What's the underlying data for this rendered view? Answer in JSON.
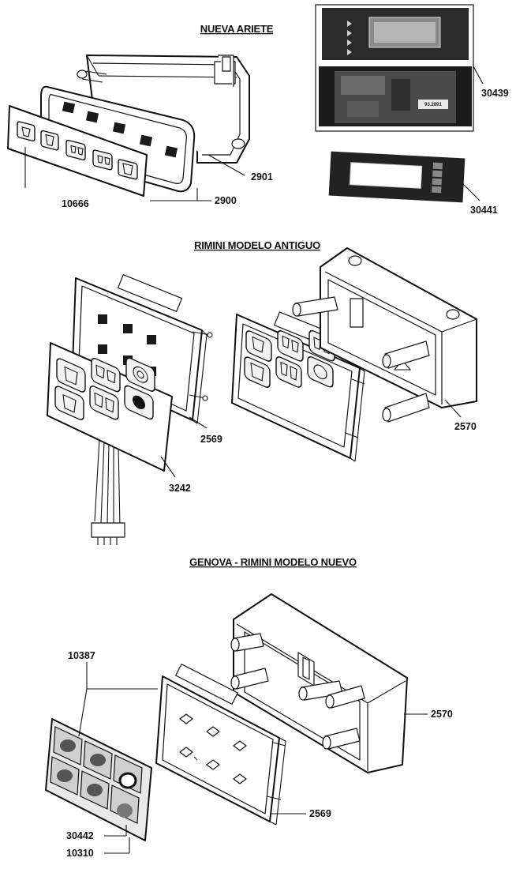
{
  "sections": {
    "nueva_ariete": {
      "title": "NUEVA ARIETE"
    },
    "rimini_antiguo": {
      "title": "RIMINI MODELO ANTIGUO"
    },
    "genova_rimini_nuevo": {
      "title": "GENOVA - RIMINI MODELO NUEVO"
    }
  },
  "part_numbers": {
    "p10666": "10666",
    "p2900": "2900",
    "p2901": "2901",
    "p30439": "30439",
    "p30441": "30441",
    "p2569_a": "2569",
    "p3242": "3242",
    "p2570_a": "2570",
    "p10387": "10387",
    "p2570_b": "2570",
    "p2569_b": "2569",
    "p30442": "30442",
    "p10310": "10310"
  },
  "board_label": "93.2891"
}
